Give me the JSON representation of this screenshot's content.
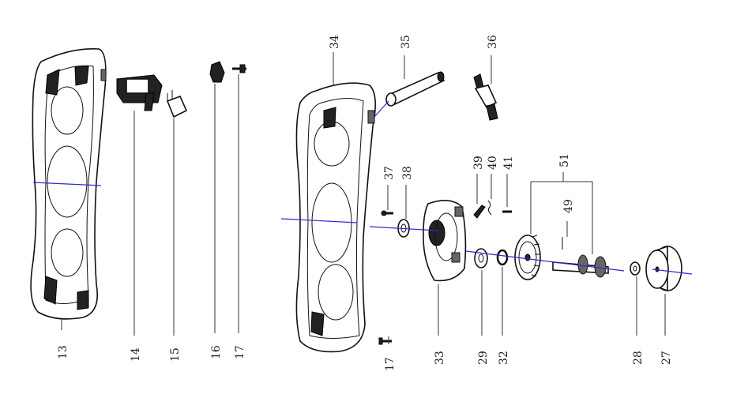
{
  "parts": [
    {
      "id": "part-13",
      "label": "13"
    },
    {
      "id": "part-14",
      "label": "14"
    },
    {
      "id": "part-15",
      "label": "15"
    },
    {
      "id": "part-16",
      "label": "16"
    },
    {
      "id": "part-17a",
      "label": "17"
    },
    {
      "id": "part-34",
      "label": "34"
    },
    {
      "id": "part-35",
      "label": "35"
    },
    {
      "id": "part-36",
      "label": "36"
    },
    {
      "id": "part-37",
      "label": "37"
    },
    {
      "id": "part-38",
      "label": "38"
    },
    {
      "id": "part-39",
      "label": "39"
    },
    {
      "id": "part-40",
      "label": "40"
    },
    {
      "id": "part-41",
      "label": "41"
    },
    {
      "id": "part-51",
      "label": "51"
    },
    {
      "id": "part-49",
      "label": "49"
    },
    {
      "id": "part-17b",
      "label": "17"
    },
    {
      "id": "part-33",
      "label": "33"
    },
    {
      "id": "part-29",
      "label": "29"
    },
    {
      "id": "part-32",
      "label": "32"
    },
    {
      "id": "part-28",
      "label": "28"
    },
    {
      "id": "part-27",
      "label": "27"
    }
  ]
}
